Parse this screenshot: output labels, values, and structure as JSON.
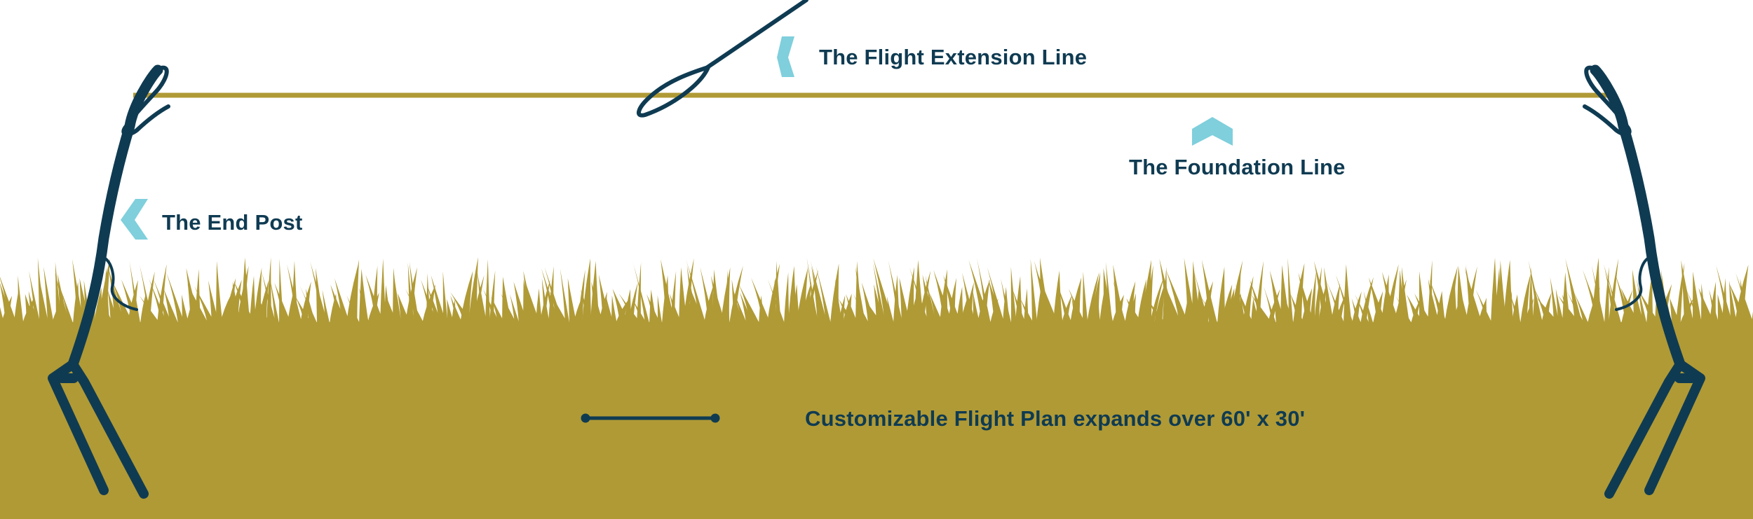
{
  "labels": {
    "flight_extension_line": "The Flight Extension Line",
    "foundation_line": "The Foundation Line",
    "end_post": "The End Post",
    "flight_plan": "Customizable Flight Plan expands over 60' x 30'"
  },
  "icons": {
    "pointer": "chevron-left-icon",
    "pointer_up": "chevron-up-icon",
    "scale": "scale-bar-icon",
    "stake": "end-post-stake-icon",
    "pole": "extension-pole-icon"
  },
  "colors": {
    "ground": "#b09a35",
    "grass": "#b09a35",
    "line": "#b09a35",
    "post": "#0f3b52",
    "text": "#0f3b52",
    "chevron": "#7fcfdc",
    "background": "#ffffff"
  }
}
